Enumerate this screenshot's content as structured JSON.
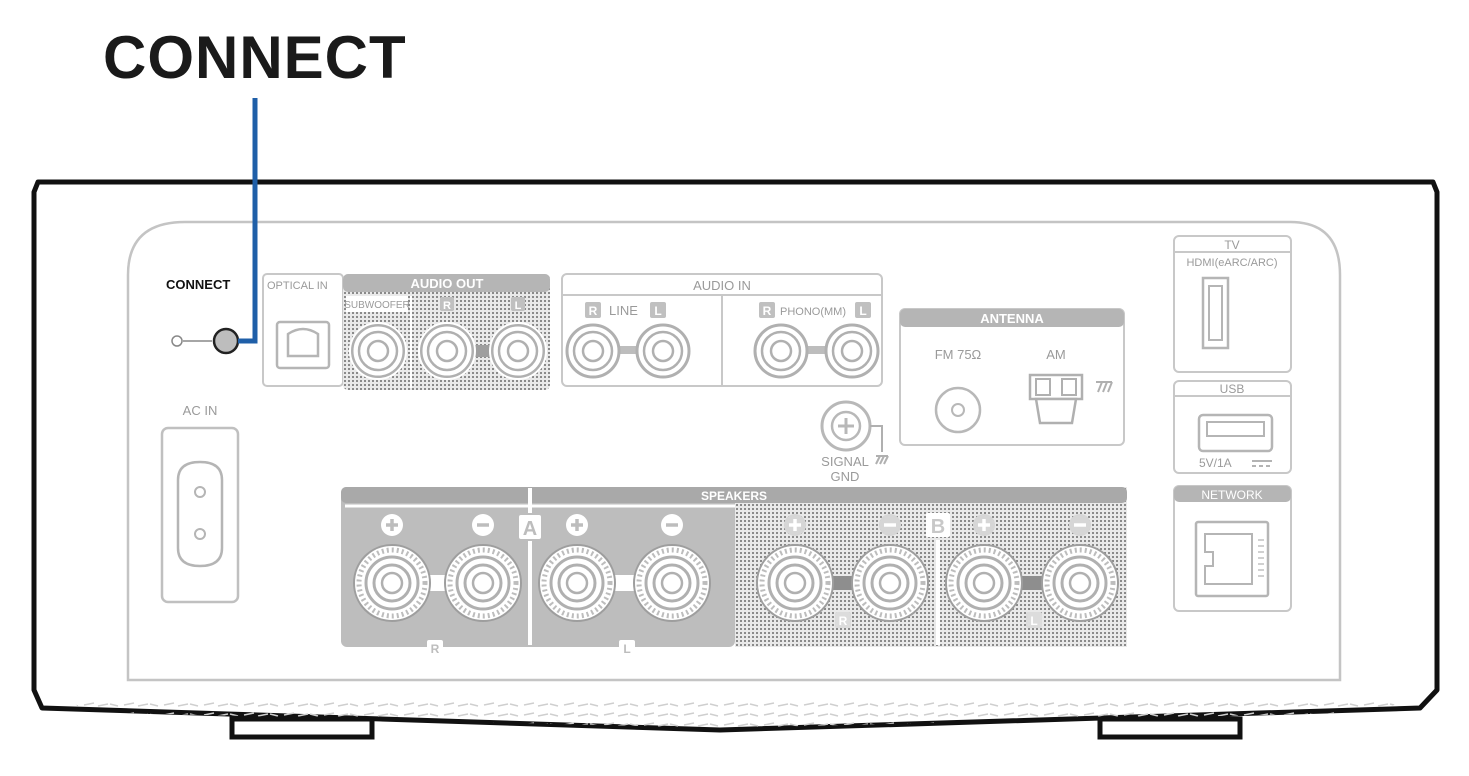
{
  "callout": {
    "title": "CONNECT",
    "line_color": "#1f5fa8"
  },
  "panel": {
    "connect_label": "CONNECT",
    "optical_in": "OPTICAL IN",
    "audio_out": {
      "title": "AUDIO OUT",
      "subwoofer": "SUBWOOFER",
      "r": "R",
      "l": "L"
    },
    "audio_in": {
      "title": "AUDIO IN",
      "line": "LINE",
      "phono": "PHONO(MM)",
      "r": "R",
      "l": "L"
    },
    "antenna": {
      "title": "ANTENNA",
      "fm": "FM 75Ω",
      "am": "AM"
    },
    "signal_gnd": {
      "line1": "SIGNAL",
      "line2": "GND"
    },
    "ac_in": "AC IN",
    "speakers": {
      "title": "SPEAKERS",
      "a": "A",
      "b": "B",
      "r": "R",
      "l": "L"
    },
    "tv": {
      "title": "TV",
      "hdmi": "HDMI(eARC/ARC)"
    },
    "usb": {
      "title": "USB",
      "power": "5V/1A"
    },
    "network": "NETWORK"
  }
}
